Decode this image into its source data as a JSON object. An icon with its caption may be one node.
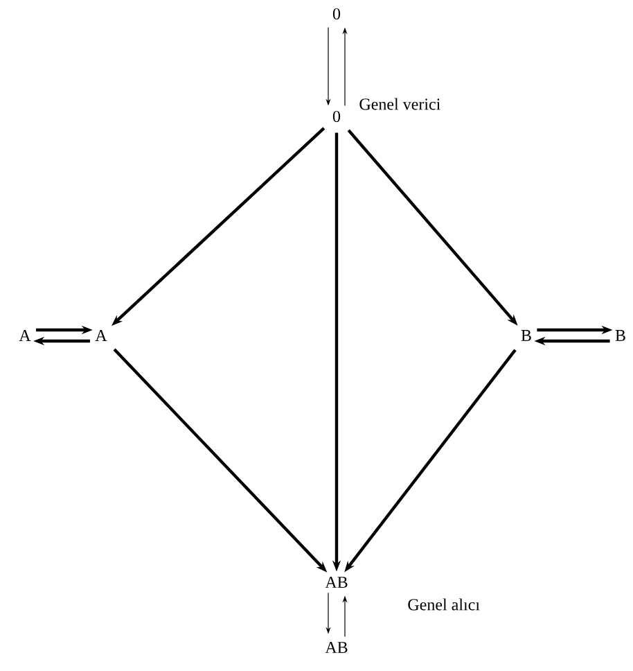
{
  "diagram": {
    "nodes": [
      {
        "text": [
          "0"
        ]
      },
      {
        "text": [
          "0"
        ]
      },
      {
        "text": [
          "A"
        ]
      },
      {
        "text": [
          "A"
        ]
      },
      {
        "text": [
          "B"
        ]
      },
      {
        "text": [
          "B"
        ]
      },
      {
        "text": [
          "AB"
        ]
      },
      {
        "text": [
          "AB"
        ]
      }
    ],
    "edges": [
      {
        "from": 0,
        "to": 1,
        "arrow": "to"
      },
      {
        "from": 1,
        "to": 0,
        "arrow": "to"
      },
      {
        "from": 2,
        "to": 3,
        "arrow": "to"
      },
      {
        "from": 3,
        "to": 2,
        "arrow": "to"
      },
      {
        "from": 4,
        "to": 5,
        "arrow": "to"
      },
      {
        "from": 5,
        "to": 4,
        "arrow": "to"
      },
      {
        "from": 1,
        "to": 3,
        "arrow": "to"
      },
      {
        "from": 1,
        "to": 6,
        "arrow": "to"
      },
      {
        "from": 1,
        "to": 4,
        "arrow": "to"
      },
      {
        "from": 3,
        "to": 6,
        "arrow": "to"
      },
      {
        "from": 4,
        "to": 6,
        "arrow": "to"
      },
      {
        "from": 6,
        "to": 7,
        "arrow": "to"
      },
      {
        "from": 7,
        "to": 6,
        "arrow": "to"
      }
    ],
    "labels": [
      "Genel verici",
      "Genel alıcı"
    ]
  }
}
